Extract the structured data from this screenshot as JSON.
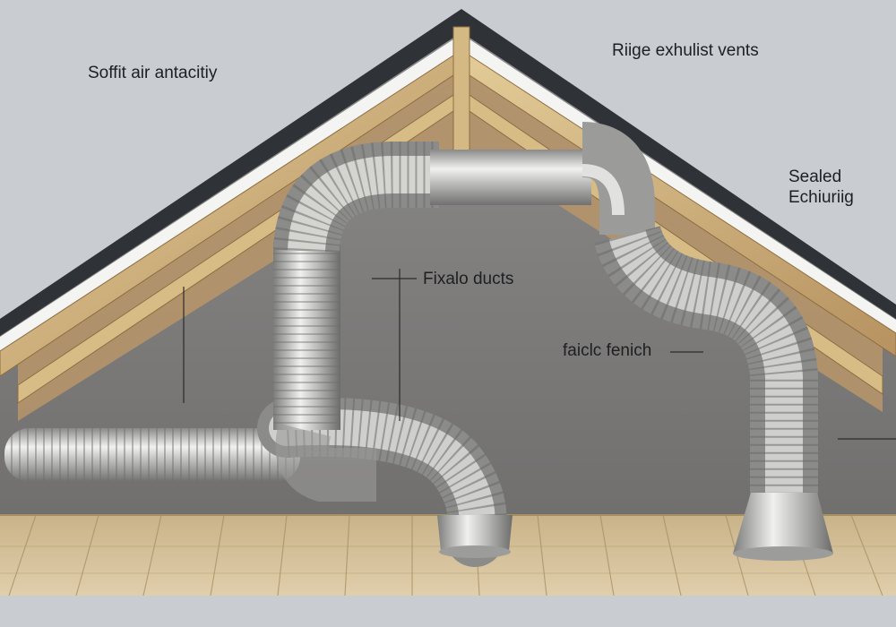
{
  "labels": {
    "soffit": "Soffit air antacitiy",
    "ridge": "Riige exhulist vents",
    "sealed_line1": "Sealed",
    "sealed_line2": "Echiuriig",
    "ducts": "Fixalo ducts",
    "fabric": "faiclc fenich"
  },
  "colors": {
    "background": "#c9ccd1",
    "roof_edge": "#2f3237",
    "wood_light": "#d9bf8c",
    "wood_dark": "#a9844f",
    "duct_metal": "#c7c8c8",
    "floor": "#d7c39c"
  }
}
